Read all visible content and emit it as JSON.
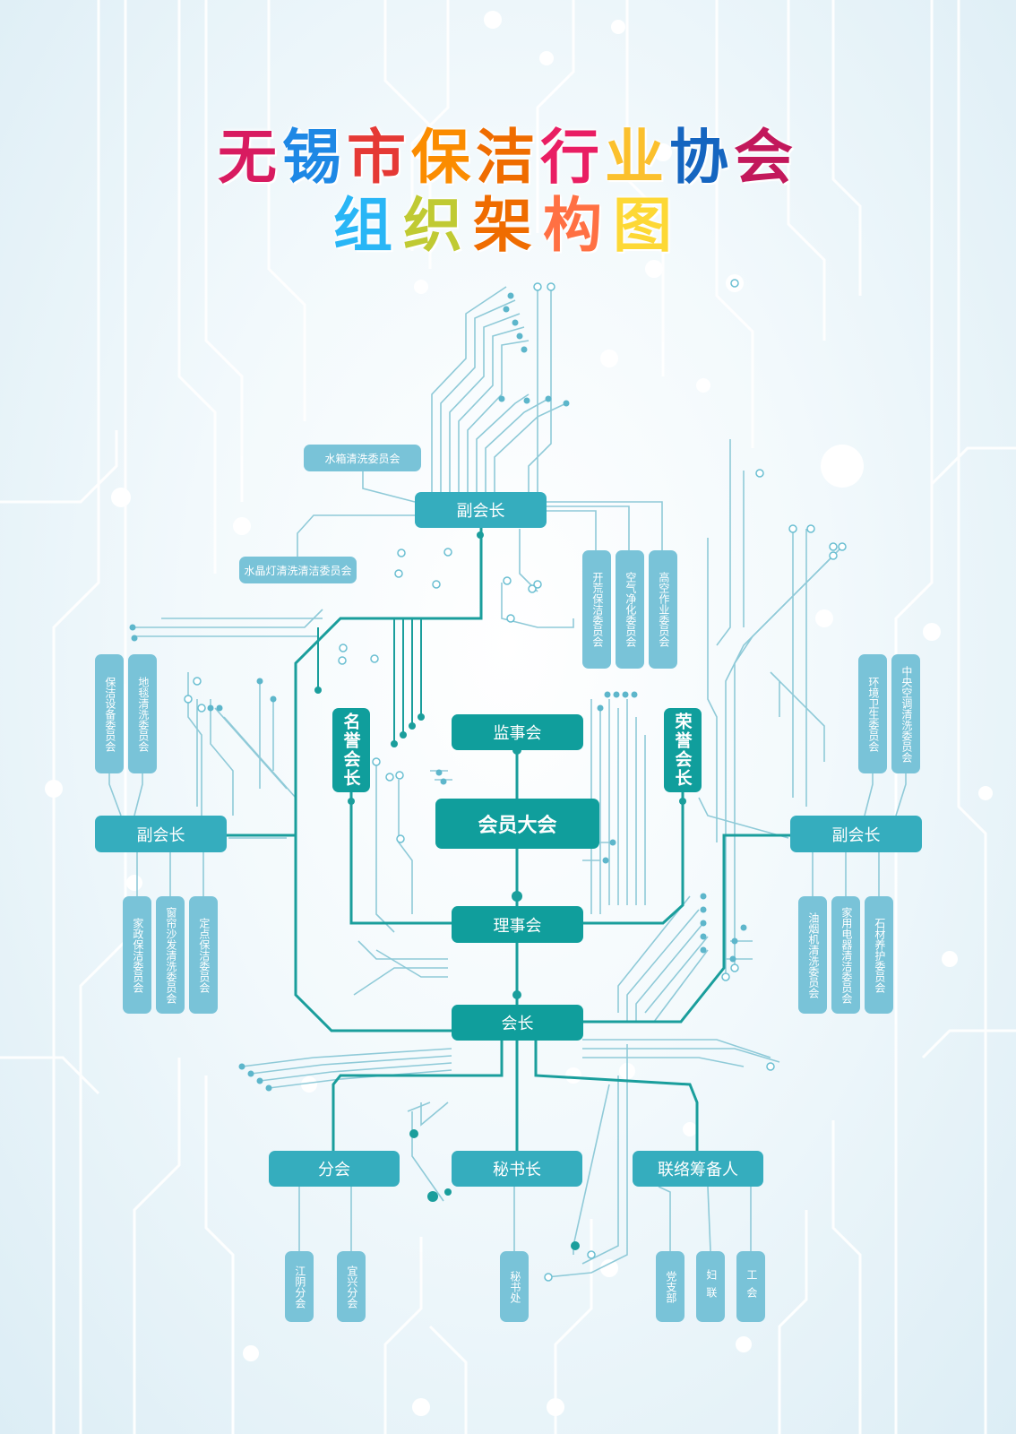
{
  "title": {
    "line1": [
      "无",
      "锡",
      "市",
      "保",
      "洁",
      "行",
      "业",
      "协",
      "会"
    ],
    "line2": [
      "组",
      "织",
      "架",
      "构",
      "图"
    ],
    "line1_colors": [
      "#d81b60",
      "#1e88e5",
      "#e53935",
      "#fb8c00",
      "#ef6c00",
      "#e91e63",
      "#fbc02d",
      "#1565c0",
      "#c2185b"
    ],
    "line2_colors": [
      "#29b6f6",
      "#c0ca33",
      "#ef6c00",
      "#ff7043",
      "#fdd835"
    ]
  },
  "colors": {
    "dark": "#109e9c",
    "mid": "#35adbe",
    "light": "#79c3d8",
    "line": "#1a9e9c",
    "thin": "#8fcad8"
  },
  "nodes": {
    "assembly": "会员大会",
    "supervisors": "监事会",
    "council": "理事会",
    "president": "会长",
    "honorary_name": "名誉会长",
    "honorary_glory": "荣誉会长",
    "vp_top": "副会长",
    "vp_left": "副会长",
    "vp_right": "副会长",
    "branch": "分会",
    "secretary_general": "秘书长",
    "liaison": "联络筹备人"
  },
  "committees": {
    "water_tank": "水箱清洗委员会",
    "crystal_lamp": "水晶灯清洗清洁委员会",
    "wasteland": "开荒保洁委员会",
    "air_purify": "空气净化委员会",
    "high_altitude": "高空作业委员会",
    "equipment": "保洁设备委员会",
    "carpet": "地毯清洗委员会",
    "housekeeping": "家政保洁委员会",
    "curtain_sofa": "窗帘沙发清洗委员会",
    "fixed_point": "定点保洁委员会",
    "environment": "环境卫生委员会",
    "central_ac": "中央空调清洗委员会",
    "range_hood": "油烟机清洗委员会",
    "appliance": "家用电器清洁委员会",
    "stone": "石材养护委员会"
  },
  "branches": {
    "jiangyin": "江阴分会",
    "yixing": "宜兴分会",
    "secretariat": "秘书处",
    "party": "党支部",
    "women": "妇联",
    "union": "工会"
  }
}
